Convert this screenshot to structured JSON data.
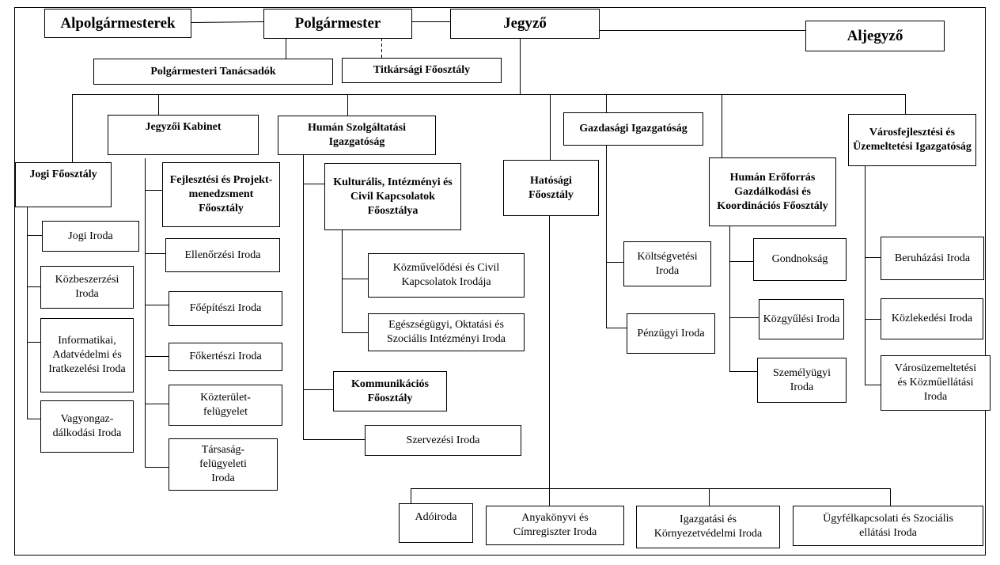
{
  "boxes": {
    "alpolgarmesterek": "Alpolgármesterek",
    "polgarmester": "Polgármester",
    "jegyzo": "Jegyző",
    "aljegyzo": "Aljegyző",
    "polgarmesteri_tanacsadok": "Polgármesteri Tanácsadók",
    "titkarsagi_foosztaly": "Titkársági Főosztály",
    "jegyzoi_kabinet": "Jegyzői Kabinet",
    "human_szolgaltatasi": "Humán Szolgáltatási Igazgatóság",
    "gazdasagi_igazgatosag": "Gazdasági Igazgatóság",
    "varosfejlesztesi": "Városfejlesztési és Üzemeltetési Igazgatóság",
    "jogi_foosztaly": "Jogi Főosztály",
    "fejlesztesi_projekt": "Fejlesztési és Projekt-menedzsment Főosztály",
    "kulturalis": "Kulturális, Intézményi és Civil Kapcsolatok Főosztálya",
    "hatosagi_foosztaly": "Hatósági Főosztály",
    "human_eroforras": "Humán Erőforrás Gazdálkodási és Koordinációs Főosztály",
    "jogi_iroda": "Jogi Iroda",
    "kozbeszerzesi_iroda": "Közbeszerzési Iroda",
    "informatikai_iroda": "Informatikai, Adatvédelmi és Iratkezelési Iroda",
    "vagyongazdalkodasi_iroda": "Vagyongaz-dálkodási Iroda",
    "ellenorzesi_iroda": "Ellenőrzési Iroda",
    "foepiteszi_iroda": "Főépítészi Iroda",
    "fokerteszi_iroda": "Főkertészi Iroda",
    "kozterulet_felugyelet": "Közterület-felügyelet",
    "tarsasag_felugyeleti_iroda": "Társaság-felügyeleti Iroda",
    "kozmuvelodesi_iroda": "Közművelődési és Civil Kapcsolatok Irodája",
    "egeszsegugyi_iroda": "Egészségügyi, Oktatási és Szociális Intézményi Iroda",
    "kommunikacios_foosztaly": "Kommunikációs Főosztály",
    "szervezesi_iroda": "Szervezési Iroda",
    "koltsegvetesi_iroda": "Költségvetési Iroda",
    "penzugyi_iroda": "Pénzügyi Iroda",
    "gondnoksag": "Gondnokság",
    "kozgyulesi_iroda": "Közgyűlési Iroda",
    "szemelyugyi_iroda": "Személyügyi Iroda",
    "beruhazasi_iroda": "Beruházási Iroda",
    "kozlekedesi_iroda": "Közlekedési Iroda",
    "varosuzemeltetesi_iroda": "Városüzemeltetési és Közműellátási Iroda",
    "adoiroda": "Adóiroda",
    "anyakonyvi_iroda": "Anyakönyvi és Címregiszter Iroda",
    "igazgatasi_iroda": "Igazgatási és Környezetvédelmi Iroda",
    "ugyfelkapcsolati_iroda": "Ügyfélkapcsolati és Szociális ellátási Iroda"
  }
}
